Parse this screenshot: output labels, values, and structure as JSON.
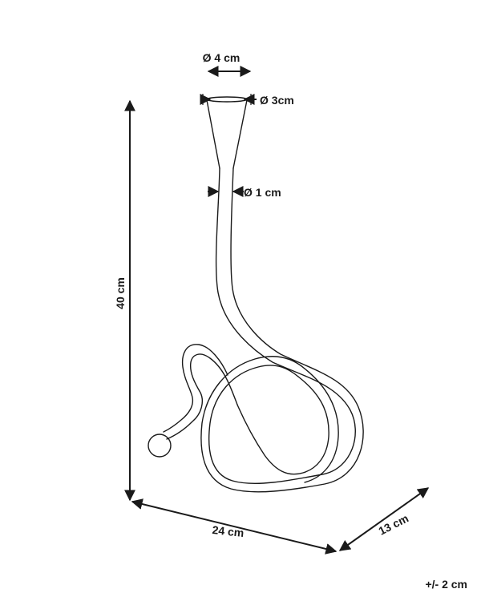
{
  "dimensions": {
    "top_diameter": "Ø 4 cm",
    "mouth_diameter": "Ø 3cm",
    "stem_diameter": "Ø 1 cm",
    "height": "40 cm",
    "width": "24 cm",
    "depth": "13 cm",
    "tolerance": "+/- 2 cm"
  },
  "colors": {
    "line": "#1a1a1a",
    "background": "#ffffff"
  }
}
